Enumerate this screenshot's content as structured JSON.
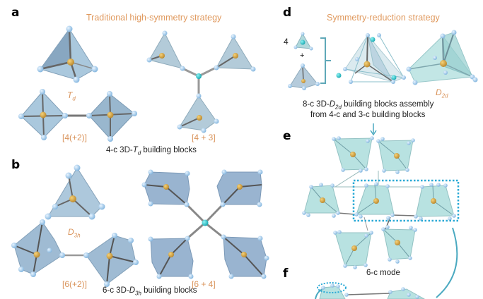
{
  "panels": {
    "a": {
      "letter": "a",
      "title": "Traditional high-symmetry strategy",
      "symmetry_main": "T",
      "symmetry_sub": "d",
      "label_left": "[4(+2)]",
      "label_right": "[4 + 3]",
      "caption_prefix": "4-c 3D-",
      "caption_sym": "T",
      "caption_sub": "d",
      "caption_suffix": " building blocks"
    },
    "b": {
      "letter": "b",
      "symmetry_main": "D",
      "symmetry_sub": "3h",
      "label_left": "[6(+2)]",
      "label_right": "[6 + 4]",
      "caption_prefix": "6-c 3D-",
      "caption_sym": "D",
      "caption_sub": "3h",
      "caption_suffix": " building blocks"
    },
    "d": {
      "letter": "d",
      "title": "Symmetry-reduction strategy",
      "count": "4",
      "plus": "+",
      "symmetry_main": "D",
      "symmetry_sub": "2d",
      "caption_line1_prefix": "8-c 3D-",
      "caption_line1_sym": "D",
      "caption_line1_sub": "2d",
      "caption_line1_suffix": " building blocks assembly",
      "caption_line2": "from 4-c and 3-c building blocks"
    },
    "e": {
      "letter": "e",
      "caption": "6-c mode"
    },
    "f": {
      "letter": "f"
    }
  },
  "colors": {
    "accent_orange": "#e09a5f",
    "node_blue": "#9cc8ea",
    "center_gold": "#d3a43a",
    "linker_cyan": "#1fc2c8",
    "poly_blue": "#8fb3d6",
    "poly_teal": "#9fd6d4",
    "arrow_teal": "#4aa9c0",
    "dotted_box": "#2aa9d6"
  }
}
